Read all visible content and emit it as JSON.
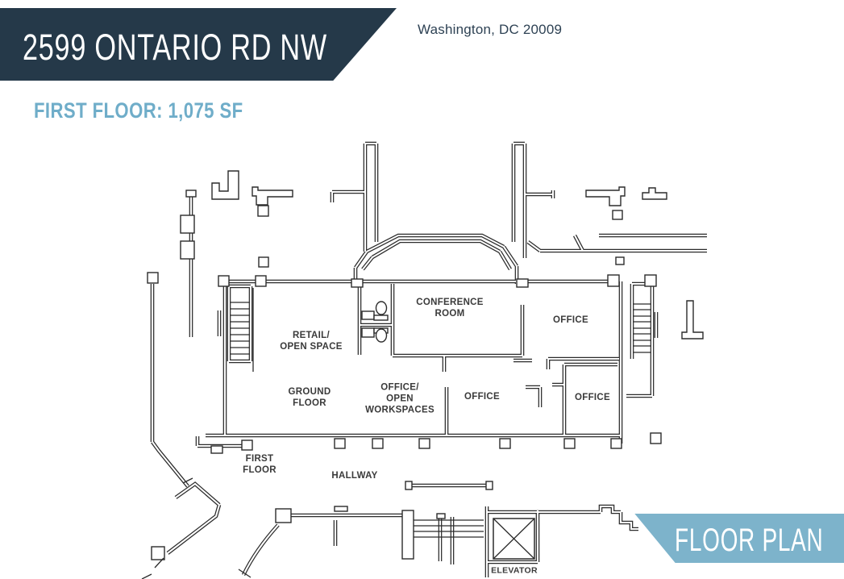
{
  "header": {
    "address_banner": "2599 ONTARIO RD NW",
    "city": "Washington, DC 20009",
    "floor_info": "FIRST FLOOR: 1,075 SF"
  },
  "footer": {
    "banner_label": "FLOOR PLAN"
  },
  "floor_plan": {
    "rooms": {
      "conference": "CONFERENCE\nROOM",
      "retail": "RETAIL/\nOPEN SPACE",
      "ground_floor": "GROUND\nFLOOR",
      "workspaces": "OFFICE/\nOPEN\nWORKSPACES",
      "office_top": "OFFICE",
      "office_mid": "OFFICE",
      "office_bottom": "OFFICE",
      "first_floor": "FIRST\nFLOOR",
      "hallway": "HALLWAY",
      "elevator": "ELEVATOR"
    }
  },
  "colors": {
    "navy": "#253949",
    "teal": "#6fadc9",
    "banner_blue": "#7db3cb",
    "line": "#2b2b2b",
    "label_text": "#3a3a3a",
    "city_text": "#2e4254"
  }
}
